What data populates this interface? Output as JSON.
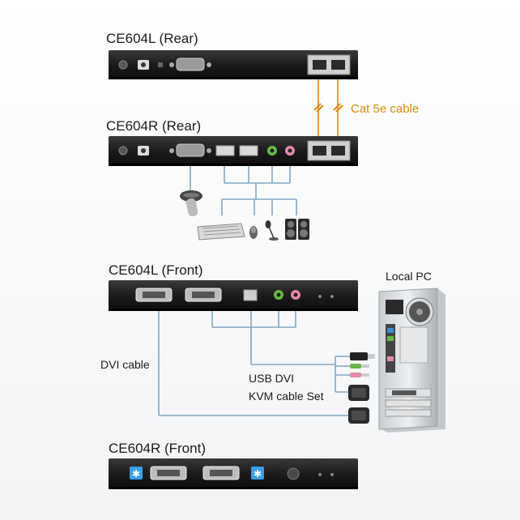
{
  "devices": {
    "ce604l_rear": "CE604L (Rear)",
    "ce604r_rear": "CE604R (Rear)",
    "ce604l_front": "CE604L (Front)",
    "ce604r_front": "CE604R (Front)"
  },
  "labels": {
    "cat5e": "Cat 5e cable",
    "local_pc": "Local PC",
    "dvi_cable": "DVI cable",
    "usb_dvi_line1": "USB DVI",
    "usb_dvi_line2": "KVM cable Set"
  },
  "colors": {
    "device_body": "#1b1b1b",
    "cable_blue": "#7fa8c4",
    "cat5e_orange": "#e8a13a",
    "connector_gray": "#b8b8b8",
    "audio_green": "#67b84a",
    "audio_pink": "#e48aa8",
    "power_led_blue": "#3aa0e6"
  },
  "icons": [
    "barcode-scanner-icon",
    "keyboard-icon",
    "mouse-icon",
    "microphone-icon",
    "speakers-icon",
    "pc-tower-icon"
  ]
}
